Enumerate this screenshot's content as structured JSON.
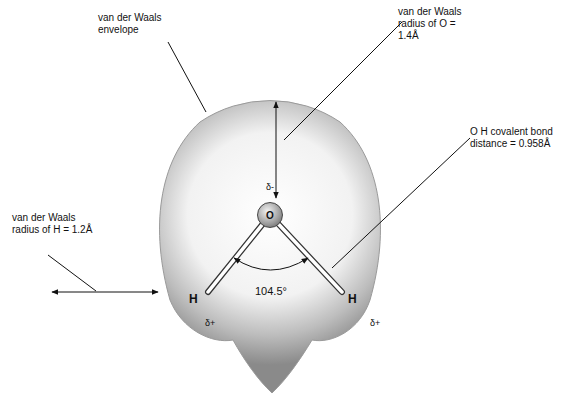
{
  "diagram": {
    "nodes": [
      {
        "text": [
          "O"
        ]
      }
    ],
    "labels": [
      "van der Waals envelope",
      "van der Waals radius of O = 1.4Å",
      "O H covalent bond distance = 0.958Å",
      "van der Waals radius of H = 1.2Å",
      "δ-",
      "H",
      "δ+",
      "H",
      "δ+",
      "104.5°"
    ]
  }
}
